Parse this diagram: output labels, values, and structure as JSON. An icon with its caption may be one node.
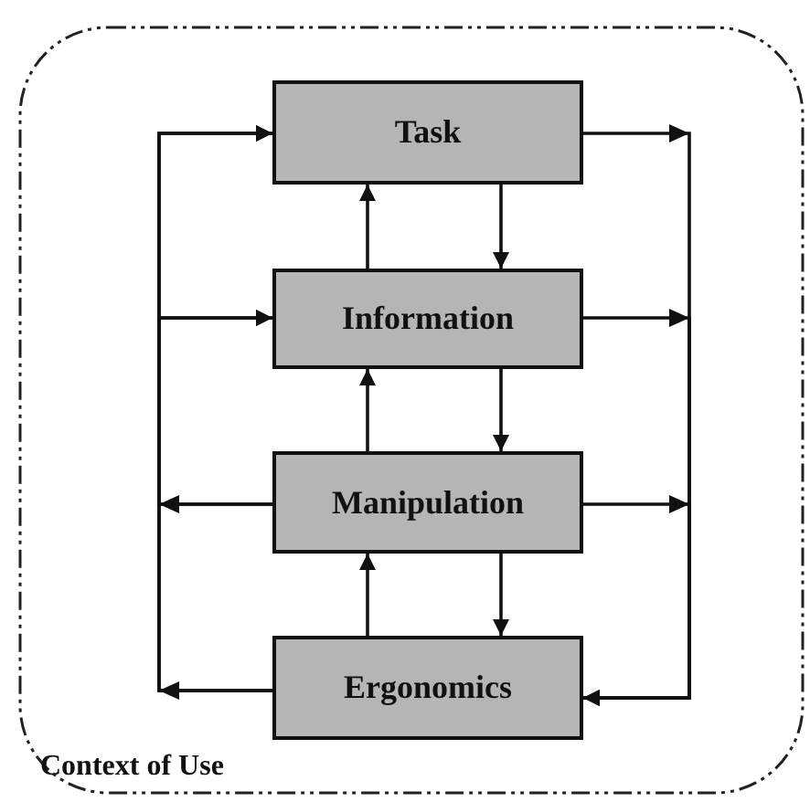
{
  "diagram": {
    "nodes": [
      {
        "text": [
          "Context of Use"
        ]
      },
      {
        "text": [
          "Task"
        ],
        "in": 0
      },
      {
        "text": [
          "Information"
        ],
        "in": 0
      },
      {
        "text": [
          "Manipulation"
        ],
        "in": 0
      },
      {
        "text": [
          "Ergonomics"
        ],
        "in": 0
      }
    ],
    "edges": [
      {
        "from": 1,
        "to": 2,
        "arrow": "to"
      },
      {
        "from": 2,
        "to": 1,
        "arrow": "to"
      },
      {
        "from": 2,
        "to": 3,
        "arrow": "to"
      },
      {
        "from": 3,
        "to": 2,
        "arrow": "to"
      },
      {
        "from": 3,
        "to": 4,
        "arrow": "to"
      },
      {
        "from": 4,
        "to": 3,
        "arrow": "to"
      },
      {
        "from": 3,
        "to": 1,
        "arrow": "to"
      },
      {
        "from": 3,
        "to": 2,
        "arrow": "to"
      },
      {
        "from": 4,
        "to": 1,
        "arrow": "to"
      },
      {
        "from": 4,
        "to": 2,
        "arrow": "to"
      },
      {
        "from": 1,
        "to": 4,
        "arrow": "to"
      },
      {
        "from": 2,
        "to": 4,
        "arrow": "to"
      },
      {
        "from": 3,
        "to": 4,
        "arrow": "to"
      }
    ]
  }
}
